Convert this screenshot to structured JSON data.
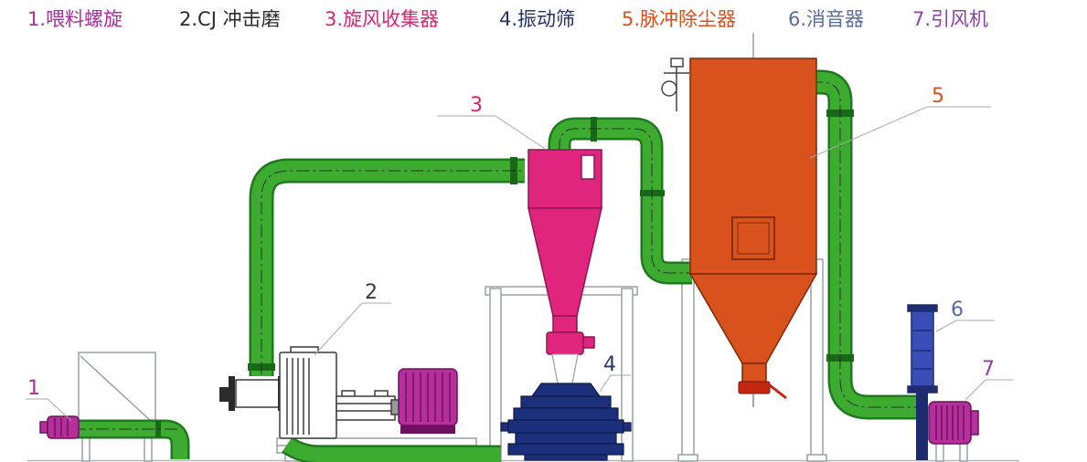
{
  "legend": {
    "items": [
      {
        "label": "1.喂料螺旋",
        "color": "#a8309b"
      },
      {
        "label": "2.CJ 冲击磨",
        "color": "#2b2b2b"
      },
      {
        "label": "3.旋风收集器",
        "color": "#d6266e"
      },
      {
        "label": "4.振动筛",
        "color": "#26336e"
      },
      {
        "label": "5.脉冲除尘器",
        "color": "#d9511c"
      },
      {
        "label": "6.消音器",
        "color": "#5a6b9e"
      },
      {
        "label": "7.引风机",
        "color": "#8e3fae"
      }
    ]
  },
  "callouts": [
    {
      "n": "1",
      "color": "#a8309b"
    },
    {
      "n": "2",
      "color": "#3a3a3a"
    },
    {
      "n": "3",
      "color": "#d6266e"
    },
    {
      "n": "4",
      "color": "#26336e"
    },
    {
      "n": "5",
      "color": "#d9511c"
    },
    {
      "n": "6",
      "color": "#5a6b9e"
    },
    {
      "n": "7",
      "color": "#8e3fae"
    }
  ],
  "colors": {
    "pipe": "#3dab2f",
    "pipe_dark": "#1f7a1f",
    "pipe_flange": "#176817",
    "cyclone": "#e0257f",
    "cyclone_dark": "#8f1450",
    "collector": "#d9511c",
    "collector_dark": "#7a2a0a",
    "screen": "#1c2f7a",
    "screen_dark": "#0e1a4a",
    "motor": "#b5309a",
    "motor_dark": "#6e1060",
    "muffler": "#3a4cb5",
    "muffler_dark": "#1f2b73",
    "muffler_pipe": "#1c2a6e",
    "valve_red": "#c1280f",
    "frame": "#9aa0a6"
  }
}
